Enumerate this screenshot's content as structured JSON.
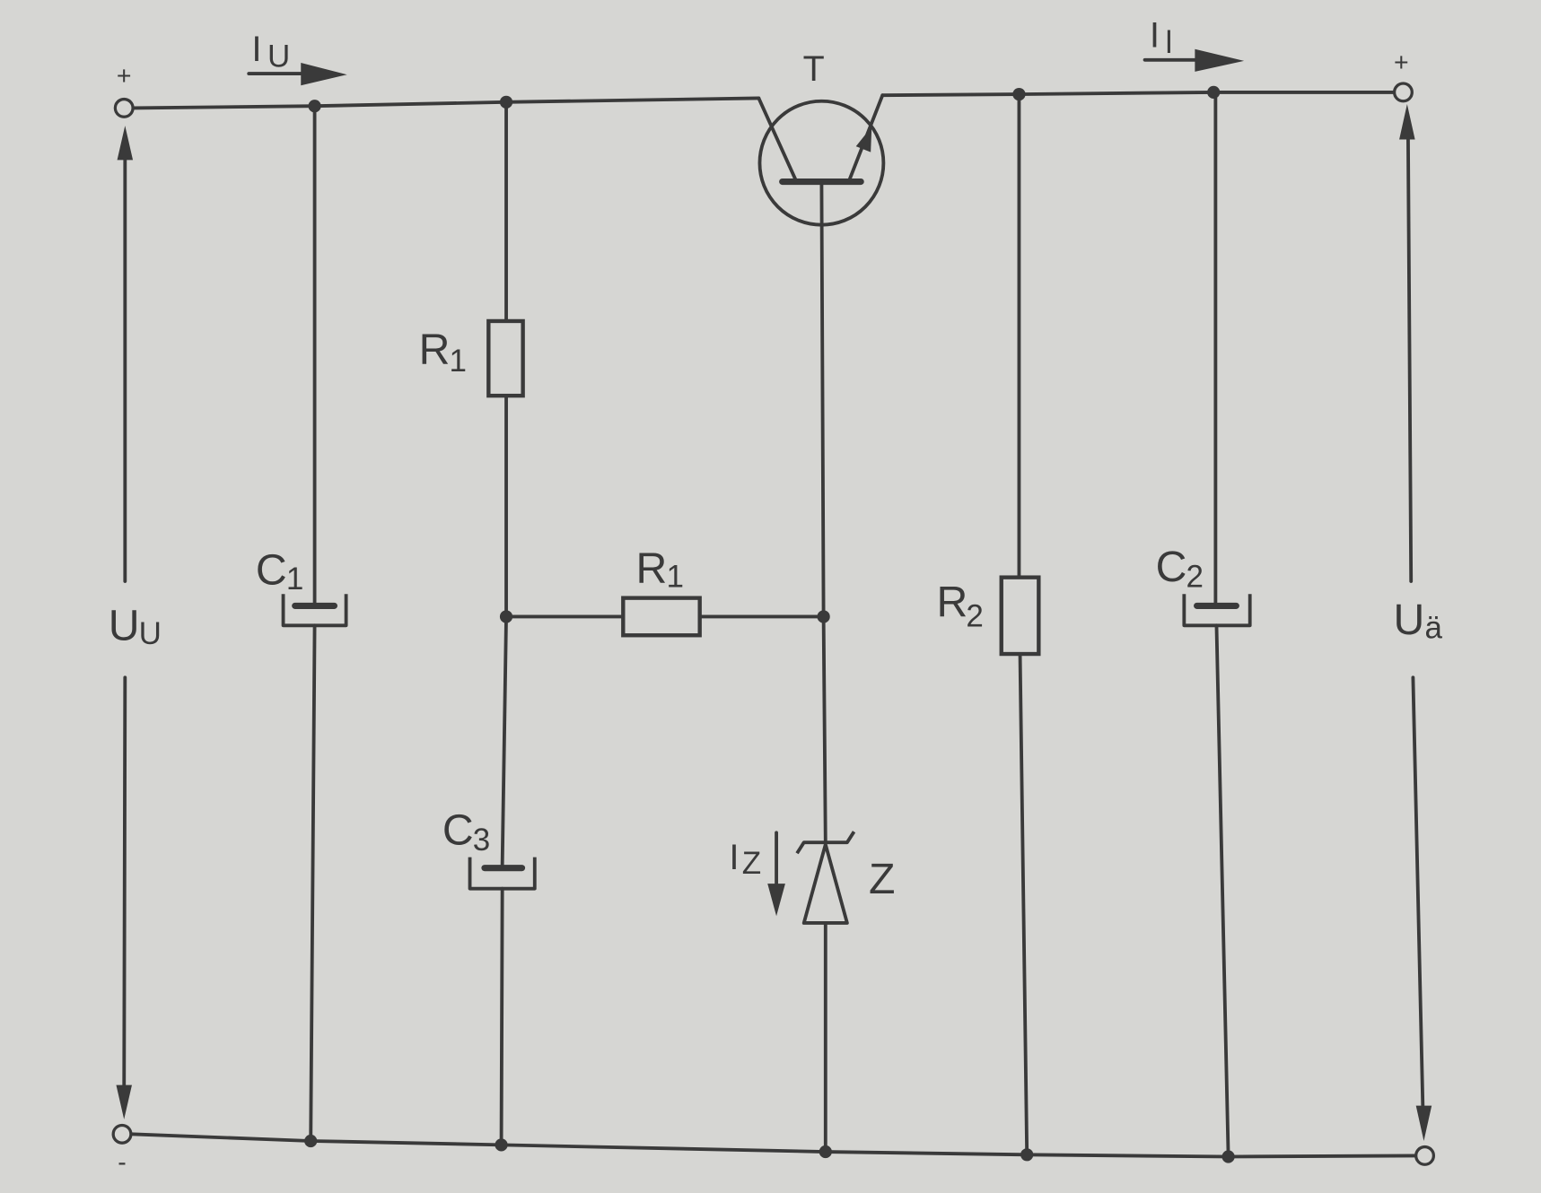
{
  "colors": {
    "paper": "#d6d6d3",
    "ink": "#3a3a3a"
  },
  "input": {
    "plus_sign": "+",
    "minus_sign": "-",
    "current": {
      "symbol": "I",
      "subscript": "U"
    },
    "voltage": {
      "symbol": "U",
      "subscript": "U"
    }
  },
  "output": {
    "plus_sign": "+",
    "current": {
      "symbol": "I",
      "subscript": "l"
    },
    "voltage": {
      "symbol": "U",
      "subscript": "ä"
    }
  },
  "components": {
    "transistor": {
      "label": "T"
    },
    "r1_vertical": {
      "symbol": "R",
      "subscript": "1"
    },
    "r1_horizontal": {
      "symbol": "R",
      "subscript": "1"
    },
    "r2": {
      "symbol": "R",
      "subscript": "2"
    },
    "c1": {
      "symbol": "C",
      "subscript": "1"
    },
    "c2": {
      "symbol": "C",
      "subscript": "2"
    },
    "c3": {
      "symbol": "C",
      "subscript": "3"
    },
    "zener": {
      "label": "Z",
      "current": {
        "symbol": "I",
        "subscript": "Z"
      }
    }
  }
}
